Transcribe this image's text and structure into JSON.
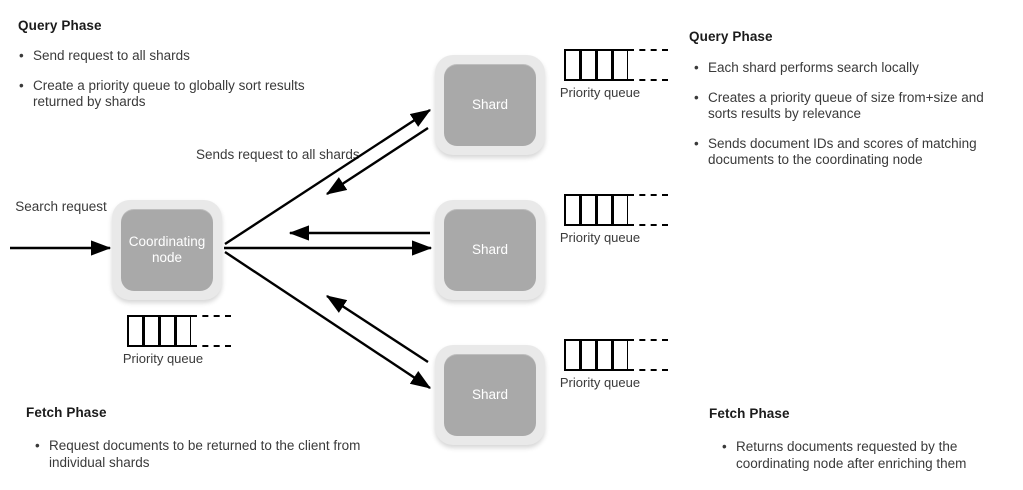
{
  "left_panel": {
    "query": {
      "title": "Query Phase",
      "bullets": [
        "Send request to all shards",
        "Create a priority queue to globally sort results returned by shards"
      ]
    },
    "fetch": {
      "title": "Fetch Phase",
      "bullets": [
        "Request documents to be returned to the client from individual shards"
      ]
    }
  },
  "right_panel": {
    "query": {
      "title": "Query Phase",
      "bullets": [
        "Each shard performs search locally",
        "Creates a priority queue of size from+size and sorts results by relevance",
        "Sends document IDs and scores of matching documents to the coordinating node"
      ]
    },
    "fetch": {
      "title": "Fetch Phase",
      "bullets": [
        "Returns documents requested by the coordinating node after enriching them"
      ]
    }
  },
  "diagram": {
    "coordinating_node": {
      "label": "Coordinating node"
    },
    "shards": [
      {
        "label": "Shard"
      },
      {
        "label": "Shard"
      },
      {
        "label": "Shard"
      }
    ],
    "edge_labels": {
      "search_request": "Search request",
      "sends_request": "Sends request to all shards"
    },
    "priority_queues": [
      {
        "caption": "Priority queue",
        "cells": 4,
        "has_overflow": true
      },
      {
        "caption": "Priority queue",
        "cells": 4,
        "has_overflow": true
      },
      {
        "caption": "Priority queue",
        "cells": 4,
        "has_overflow": true
      },
      {
        "caption": "Priority queue",
        "cells": 4,
        "has_overflow": true
      }
    ]
  },
  "colors": {
    "node_outer": "#e9e9e9",
    "node_inner": "#a9a9a9",
    "node_text": "#ffffff",
    "arrow": "#000000",
    "body_text": "#3a3a3a",
    "heading_text": "#1b1b1b",
    "background": "#ffffff"
  }
}
